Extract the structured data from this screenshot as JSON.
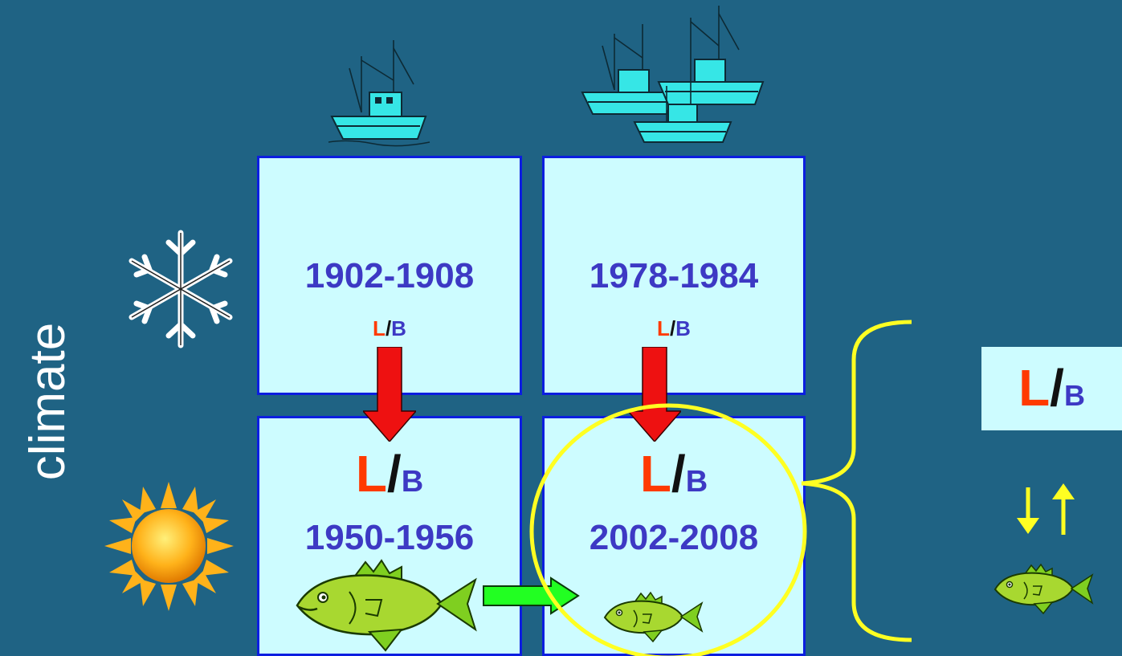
{
  "axis_label": "climate",
  "lb_parts": {
    "L": "L",
    "slash": "/",
    "B": "B"
  },
  "periods": {
    "cold_low_fishing": "1902-1908",
    "cold_high_fishing": "1978-1984",
    "warm_low_fishing": "1950-1956",
    "warm_high_fishing": "2002-2008"
  },
  "colors": {
    "background": "#1f6384",
    "box_fill": "#cdfcff",
    "box_border": "#0c1ee0",
    "L": "#ff3a00",
    "B": "#3d39c4",
    "arrow_red": "#ee1111",
    "arrow_green": "#22ff22",
    "highlight_yellow": "#ffff22"
  },
  "icons": {
    "fishing_low": "single-fishing-boat-icon",
    "fishing_high": "fishing-fleet-icon",
    "cold": "snowflake-icon",
    "warm": "sun-icon",
    "fish": "fish-icon"
  }
}
